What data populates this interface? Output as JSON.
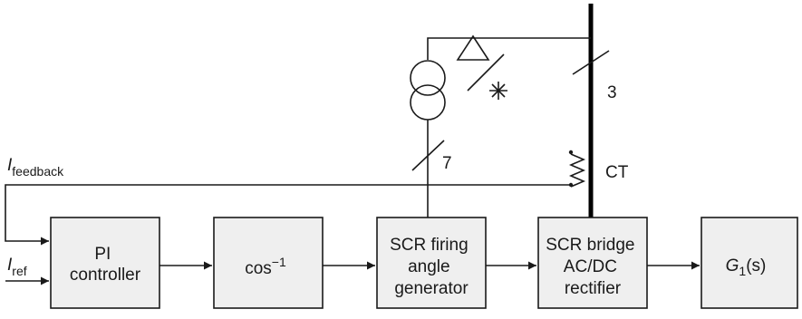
{
  "blocks": {
    "pi": [
      "PI",
      "controller"
    ],
    "cos": {
      "base": "cos",
      "exp": "−1"
    },
    "firing": [
      "SCR firing",
      "angle",
      "generator"
    ],
    "bridge": [
      "SCR bridge",
      "AC/DC",
      "rectifier"
    ],
    "plant": {
      "g": "G",
      "sub": "1",
      "arg": "(s)"
    }
  },
  "signals": {
    "feedback": {
      "main": "I",
      "sub": "feedback"
    },
    "ref": {
      "main": "I",
      "sub": "ref"
    }
  },
  "annotations": {
    "bus_phases": "3",
    "firing_lines": "7",
    "ct": "CT"
  }
}
